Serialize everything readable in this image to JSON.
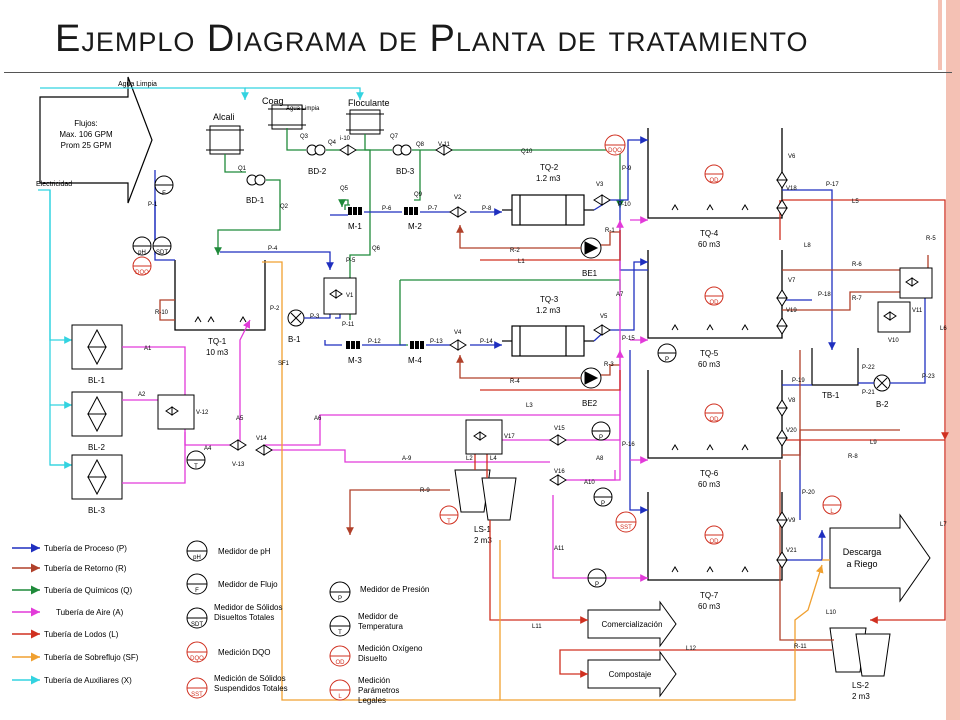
{
  "title": "Ejemplo Diagrama de Planta de tratamiento",
  "colors": {
    "process": "#1f2fbf",
    "return": "#b0402a",
    "chemicals": "#1f8a3a",
    "air": "#e23ad9",
    "sludge": "#d03020",
    "overflow": "#f0a030",
    "auxiliary": "#33d3e0"
  },
  "labels": {
    "agua_limpia": "Agua Limpia",
    "agua_limpia_2": "Agua Limpia",
    "flujos_line1": "Flujos:",
    "flujos_line2": "Max. 106 GPM",
    "flujos_line3": "Prom 25 GPM",
    "electricidad": "Electricidad",
    "alcali": "Alcali",
    "coag": "Coag",
    "floculante": "Floculante",
    "bd1": "BD-1",
    "bd2": "BD-2",
    "bd3": "BD-3",
    "tq1_name": "TQ-1",
    "tq1_vol": "10 m3",
    "tq2_name": "TQ-2",
    "tq2_vol": "1.2 m3",
    "tq3_name": "TQ-3",
    "tq3_vol": "1.2 m3",
    "tq4_name": "TQ-4",
    "tq4_vol": "60 m3",
    "tq5_name": "TQ-5",
    "tq5_vol": "60 m3",
    "tq6_name": "TQ-6",
    "tq6_vol": "60 m3",
    "tq7_name": "TQ-7",
    "tq7_vol": "60 m3",
    "m1": "M-1",
    "m2": "M-2",
    "m3": "M-3",
    "m4": "M-4",
    "b1": "B-1",
    "b2": "B-2",
    "be1": "BE1",
    "be2": "BE2",
    "tb1": "TB-1",
    "bl1": "BL-1",
    "bl2": "BL-2",
    "bl3": "BL-3",
    "ls1_name": "LS-1",
    "ls1_vol": "2 m3",
    "ls2_name": "LS-2",
    "ls2_vol": "2 m3",
    "descarga_line1": "Descarga",
    "descarga_line2": "a Riego",
    "comercializacion": "Comercialización",
    "compostaje": "Compostaje"
  },
  "instrument_letters": {
    "ph": "pH",
    "f": "F",
    "sdt": "SDT",
    "dqo": "DQO",
    "sst": "SST",
    "od": "OD",
    "p": "P",
    "t": "T",
    "l": "L"
  },
  "legend_pipes": [
    {
      "label": "Tubería de Proceso (P)",
      "color": "#1f2fbf"
    },
    {
      "label": "Tubería de Retorno (R)",
      "color": "#b0402a"
    },
    {
      "label": "Tubería de Químicos (Q)",
      "color": "#1f8a3a"
    },
    {
      "label": "Tubería de Aire (A)",
      "color": "#e23ad9"
    },
    {
      "label": "Tubería de Lodos (L)",
      "color": "#d03020"
    },
    {
      "label": "Tubería de Sobreflujo (SF)",
      "color": "#f0a030"
    },
    {
      "label": "Tubería de Auxiliares (X)",
      "color": "#33d3e0"
    }
  ],
  "legend_meters": [
    {
      "code": "pH",
      "label": "Medidor de pH",
      "color": "#000000"
    },
    {
      "code": "F",
      "label": "Medidor de Flujo",
      "color": "#000000"
    },
    {
      "code": "SDT",
      "label": "Medidor de Sólidos Disueltos Totales",
      "color": "#000000"
    },
    {
      "code": "DQO",
      "label": "Medición DQO",
      "color": "#d03020"
    },
    {
      "code": "SST",
      "label": "Medición de Sólidos Suspendidos Totales",
      "color": "#d03020"
    },
    {
      "code": "P",
      "label": "Medidor de Presión",
      "color": "#000000"
    },
    {
      "code": "T",
      "label": "Medidor de Temperatura",
      "color": "#000000"
    },
    {
      "code": "OD",
      "label": "Medición Oxígeno Disuelto",
      "color": "#d03020"
    },
    {
      "code": "L",
      "label": "Medición Parámetros Legales",
      "color": "#d03020"
    }
  ],
  "tags": [
    "P-1",
    "P-2",
    "P-3",
    "P-4",
    "P-5",
    "P-6",
    "P-7",
    "P-8",
    "P-9",
    "P-10",
    "P-11",
    "P-12",
    "P-13",
    "P-14",
    "P-15",
    "P-16",
    "P-17",
    "P-18",
    "P-19",
    "P-20",
    "P-21",
    "P-22",
    "P-23",
    "Q1",
    "Q2",
    "Q3",
    "Q4",
    "Q5",
    "Q6",
    "Q7",
    "Q8",
    "Q9",
    "Q10",
    "R-1",
    "R-2",
    "R-3",
    "R-4",
    "R-5",
    "R-6",
    "R-7",
    "R-8",
    "R-9",
    "R-10",
    "R-11",
    "A1",
    "A2",
    "A4",
    "A5",
    "A6",
    "A7",
    "A8",
    "A-9",
    "A10",
    "A11",
    "L1",
    "L2",
    "L3",
    "L4",
    "L5",
    "L6",
    "L7",
    "L8",
    "L9",
    "L10",
    "L11",
    "L12",
    "V1",
    "V2",
    "V3",
    "V4",
    "V5",
    "V6",
    "V7",
    "V8",
    "V9",
    "V10",
    "V11",
    "V-12",
    "V-13",
    "V14",
    "V15",
    "V16",
    "V17",
    "V18",
    "V19",
    "V20",
    "V21",
    "i-10",
    "V-11",
    "SF1"
  ]
}
